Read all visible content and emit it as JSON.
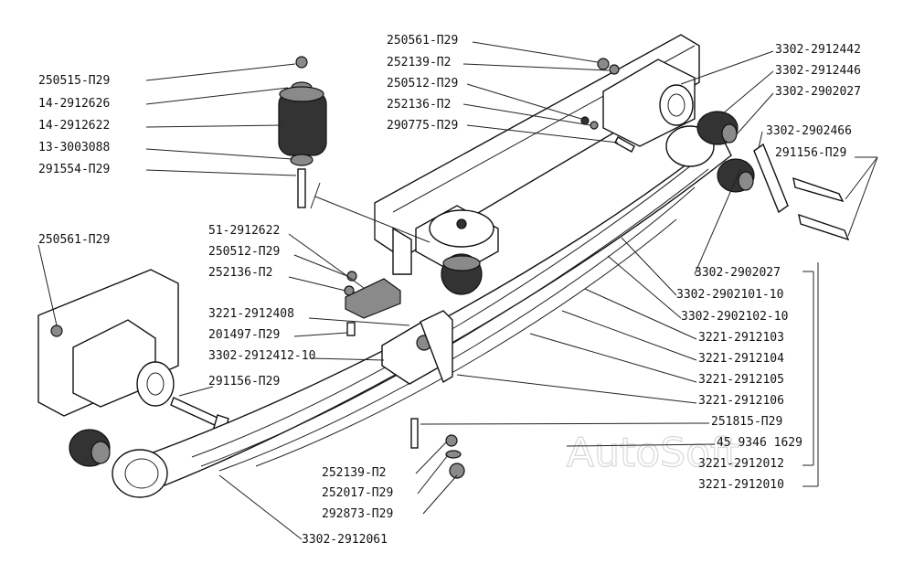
{
  "watermark": "AutoSoft",
  "labels": [
    {
      "id": "l1",
      "text": "250515-П29"
    },
    {
      "id": "l2",
      "text": "14-2912626"
    },
    {
      "id": "l3",
      "text": "14-2912622"
    },
    {
      "id": "l4",
      "text": "13-3003088"
    },
    {
      "id": "l5",
      "text": "291554-П29"
    },
    {
      "id": "l6",
      "text": "250561-П29"
    },
    {
      "id": "l7",
      "text": "252139-П2"
    },
    {
      "id": "l8",
      "text": "250512-П29"
    },
    {
      "id": "l9",
      "text": "252136-П2"
    },
    {
      "id": "l10",
      "text": "290775-П29"
    },
    {
      "id": "l11",
      "text": "3302-2912442"
    },
    {
      "id": "l12",
      "text": "3302-2912446"
    },
    {
      "id": "l13",
      "text": "3302-2902027"
    },
    {
      "id": "l14",
      "text": "3302-2902466"
    },
    {
      "id": "l15",
      "text": "291156-П29"
    },
    {
      "id": "l16",
      "text": "250561-П29"
    },
    {
      "id": "l17",
      "text": "51-2912622"
    },
    {
      "id": "l18",
      "text": "250512-П29"
    },
    {
      "id": "l19",
      "text": "252136-П2"
    },
    {
      "id": "l20",
      "text": "3221-2912408"
    },
    {
      "id": "l21",
      "text": "201497-П29"
    },
    {
      "id": "l22",
      "text": "3302-2912412-10"
    },
    {
      "id": "l23",
      "text": "291156-П29"
    },
    {
      "id": "l24",
      "text": "3302-2902027"
    },
    {
      "id": "l25",
      "text": "3302-2902101-10"
    },
    {
      "id": "l26",
      "text": "3302-2902102-10"
    },
    {
      "id": "l27",
      "text": "3221-2912103"
    },
    {
      "id": "l28",
      "text": "3221-2912104"
    },
    {
      "id": "l29",
      "text": "3221-2912105"
    },
    {
      "id": "l30",
      "text": "3221-2912106"
    },
    {
      "id": "l31",
      "text": "251815-П29"
    },
    {
      "id": "l32",
      "text": "45 9346 1629"
    },
    {
      "id": "l33",
      "text": "3221-2912012"
    },
    {
      "id": "l34",
      "text": "3221-2912010"
    },
    {
      "id": "l35",
      "text": "252139-П2"
    },
    {
      "id": "l36",
      "text": "252017-П29"
    },
    {
      "id": "l37",
      "text": "292873-П29"
    },
    {
      "id": "l38",
      "text": "3302-2912061"
    }
  ]
}
